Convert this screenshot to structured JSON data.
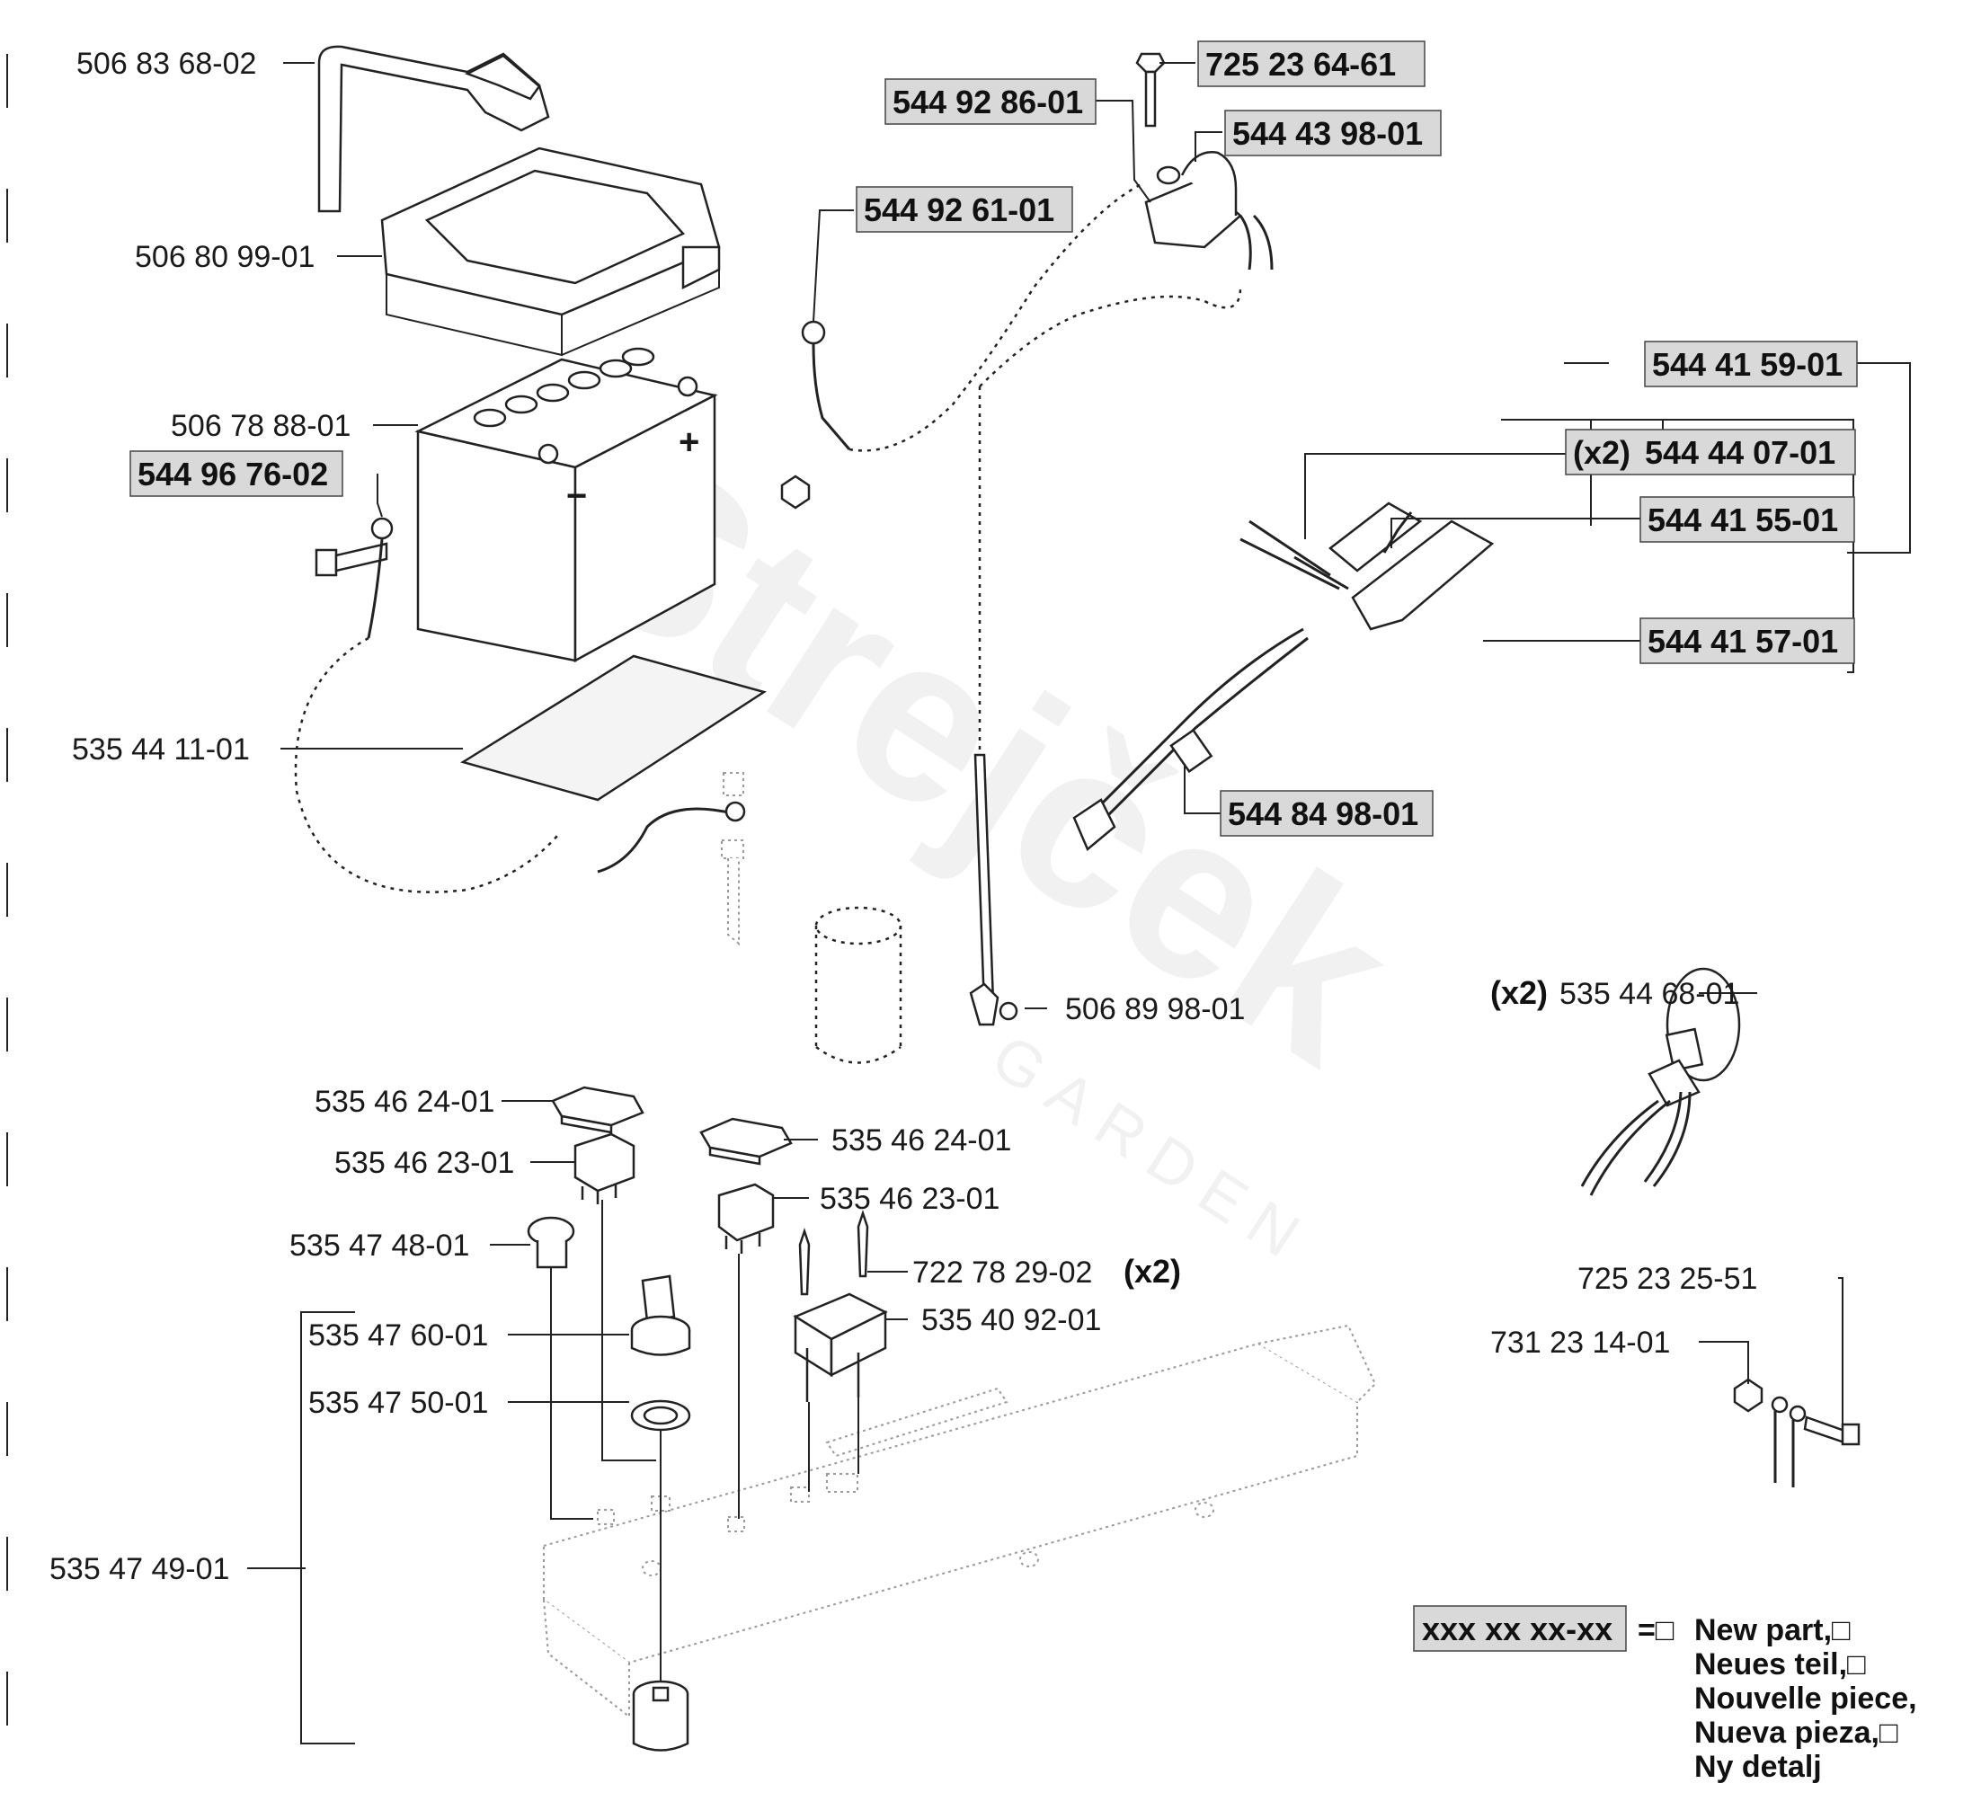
{
  "watermark": {
    "brand": "Strejček",
    "tagline": "GARDEN"
  },
  "parts": {
    "p1": "506 83 68-02",
    "p2": "506 80 99-01",
    "p3": "506 78 88-01",
    "p4": "544 96 76-02",
    "p5": "535 44 11-01",
    "p6": "544 92 86-01",
    "p7": "725 23 64-61",
    "p8": "544 43 98-01",
    "p9": "544 92 61-01",
    "p10": "544 41 59-01",
    "p11": "544 44 07-01",
    "p12": "544 41 55-01",
    "p13": "544 41 57-01",
    "p14": "544 84 98-01",
    "p15": "506 89 98-01",
    "p16": "535 44 68-01",
    "p17": "725 23 25-51",
    "p18": "731 23 14-01",
    "p19": "535 46 24-01",
    "p20": "535 46 23-01",
    "p21": "535 47 48-01",
    "p22": "535 47 60-01",
    "p23": "535 47 50-01",
    "p24": "535 47 49-01",
    "p25": "535 46 24-01",
    "p26": "535 46 23-01",
    "p27": "722 78 29-02",
    "p28": "535 40 92-01"
  },
  "qty": {
    "x2": "(x2)"
  },
  "legend": {
    "sample": "xxx xx xx-xx",
    "equals": "=□",
    "lines": [
      "New part,□",
      "Neues teil,□",
      "Nouvelle piece,",
      "Nueva pieza,□",
      "Ny detalj"
    ]
  }
}
